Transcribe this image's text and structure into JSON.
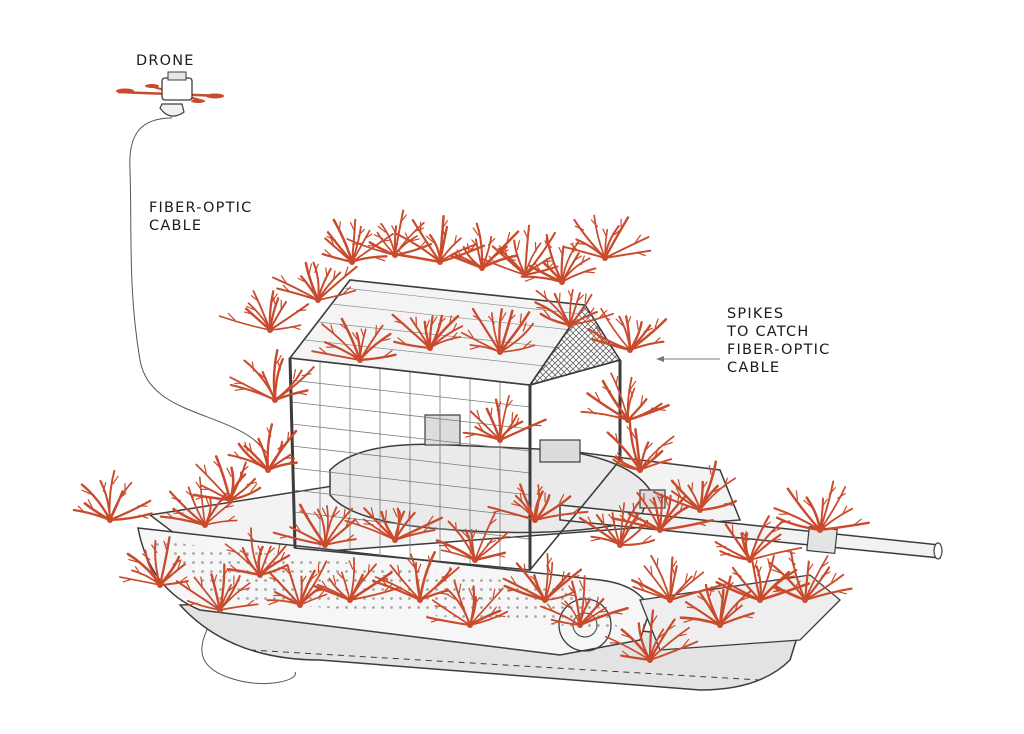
{
  "labels": {
    "drone": "DRONE",
    "cable_line1": "FIBER-OPTIC",
    "cable_line2": "CABLE",
    "spikes_line1": "SPIKES",
    "spikes_line2": "TO CATCH",
    "spikes_line3": "FIBER-OPTIC",
    "spikes_line4": "CABLE"
  },
  "colors": {
    "spike": "#c94a2c",
    "ink": "#3c3c3c",
    "steel": "#d9d9d9",
    "label": "#1b1b1b"
  }
}
